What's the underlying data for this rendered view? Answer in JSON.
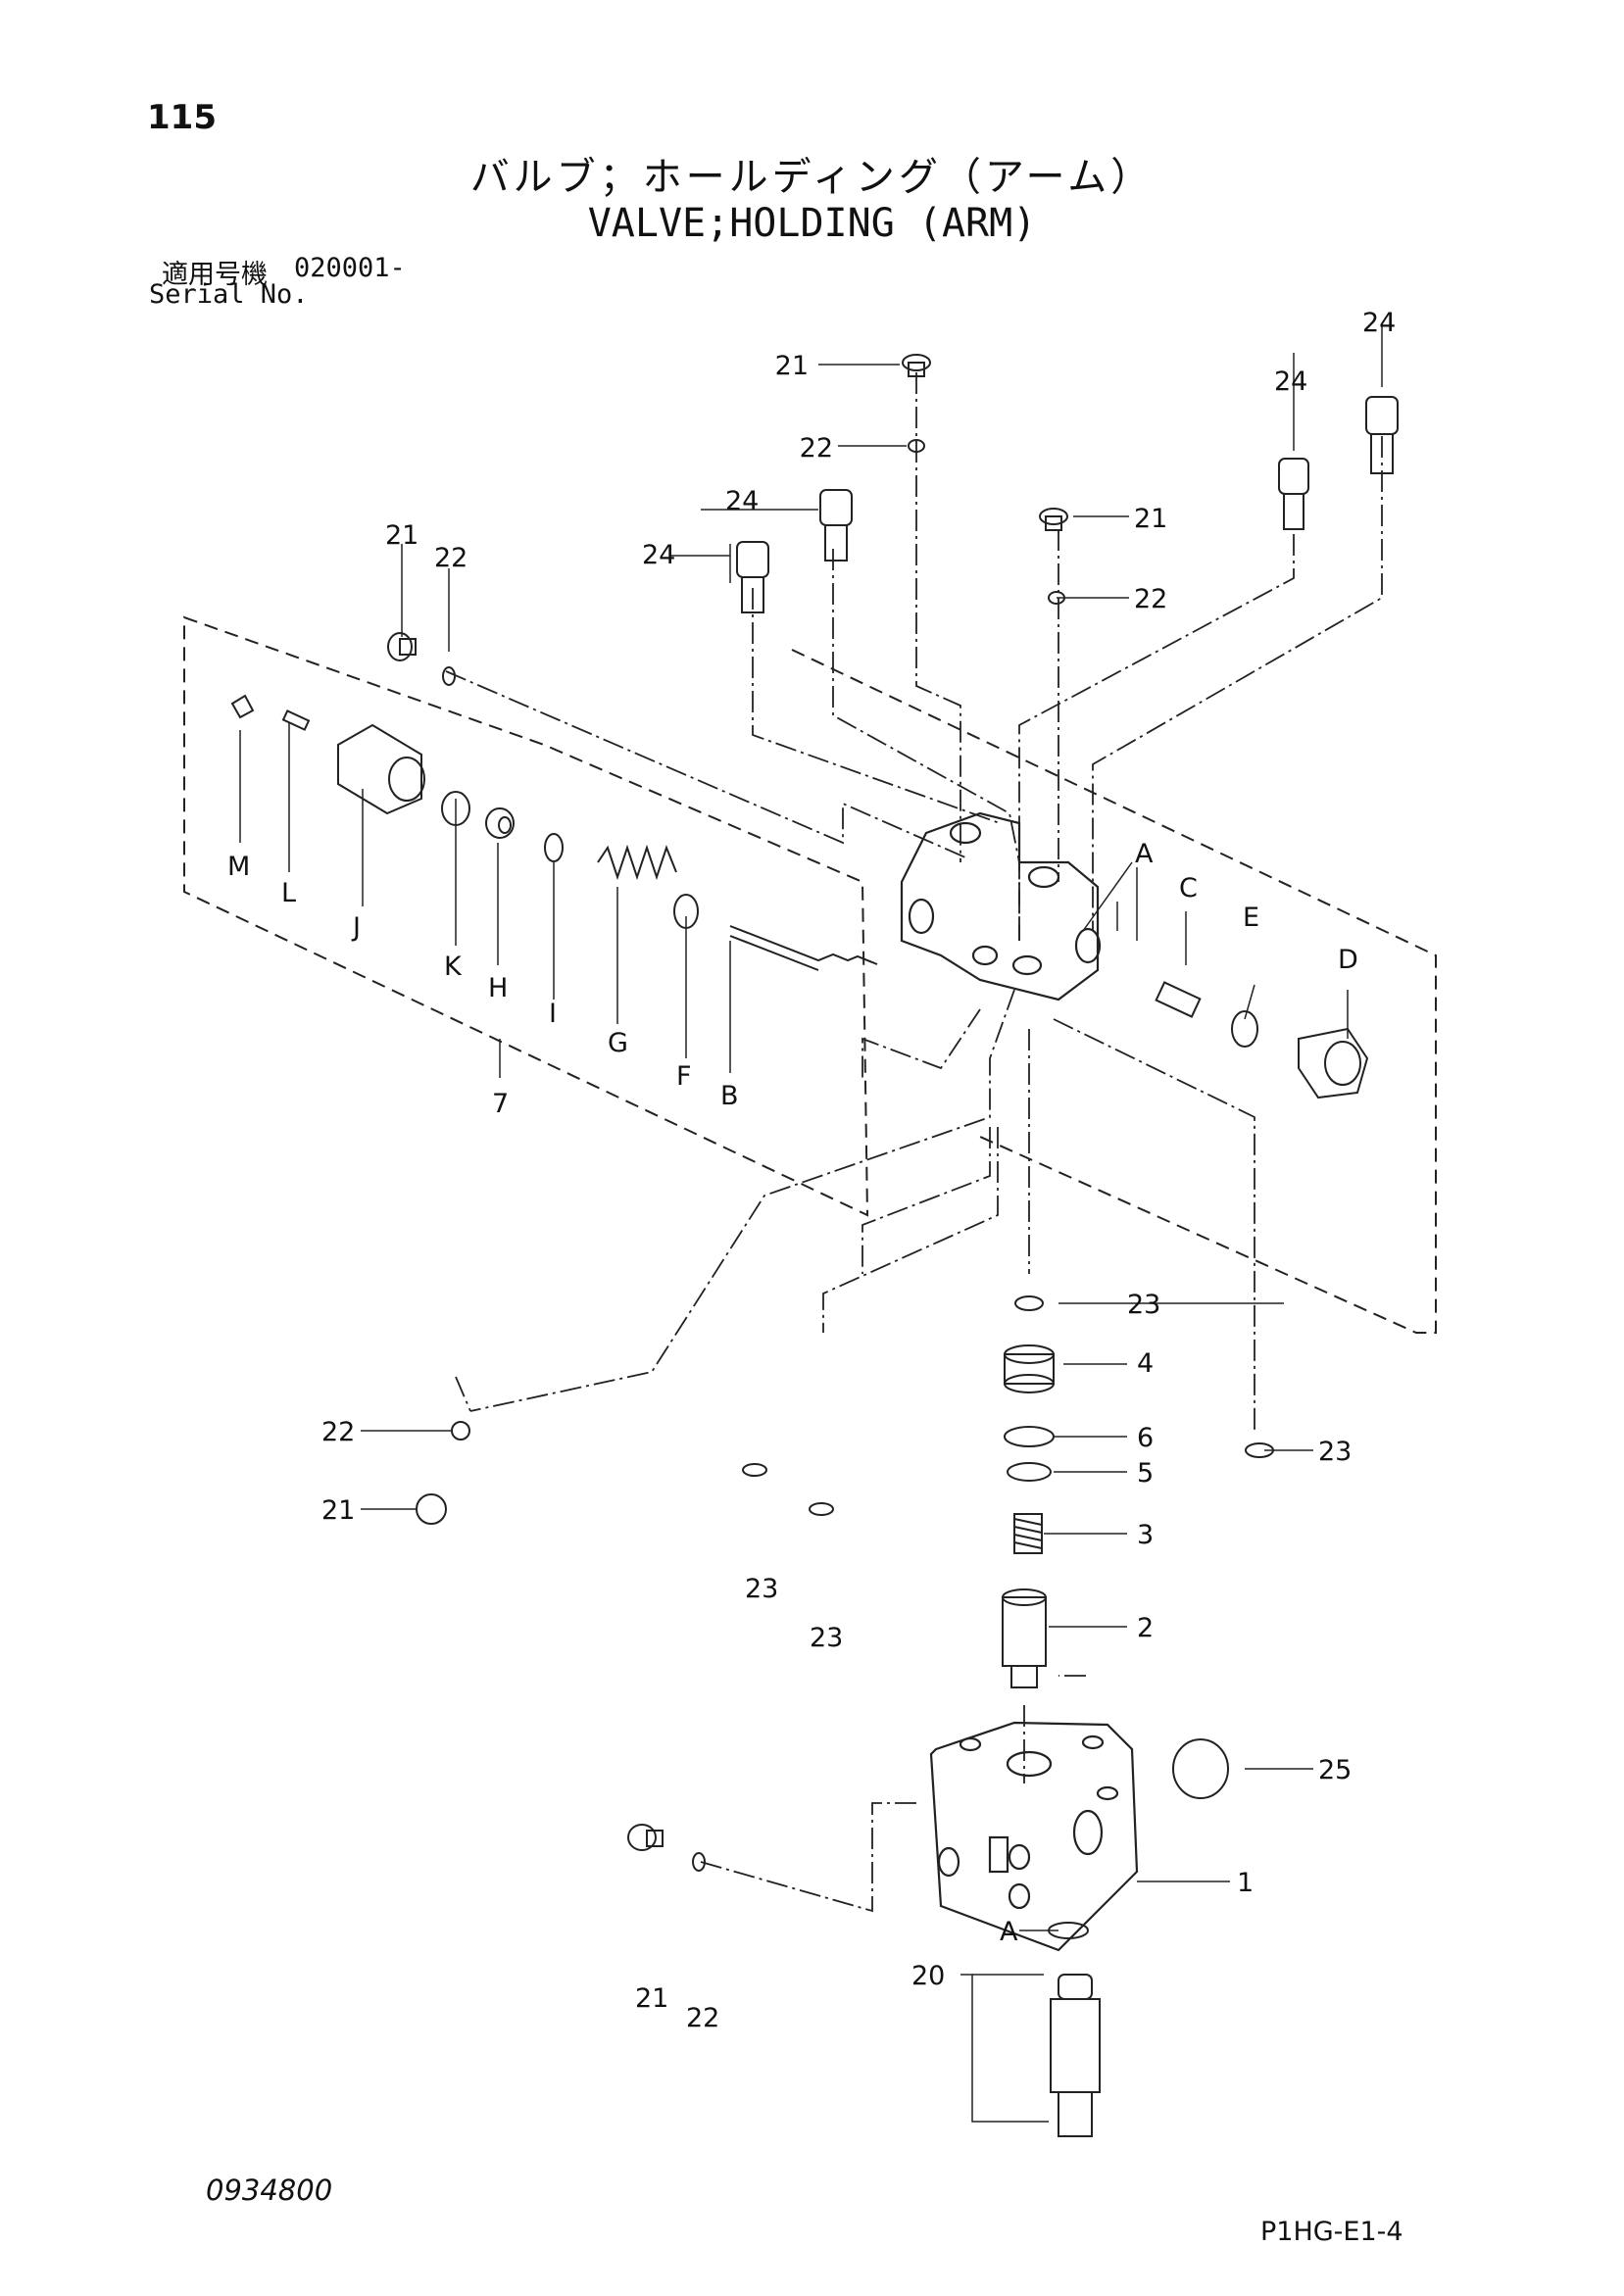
{
  "header": {
    "page_number": "115",
    "title_jp": "バルブ；ホールディング（アーム）",
    "title_en": "VALVE;HOLDING (ARM)",
    "serial_label_jp": "適用号機",
    "serial_value": "020001-",
    "serial_label_en": "Serial No."
  },
  "labels": {
    "l1": "1",
    "l2": "2",
    "l3": "3",
    "l4": "4",
    "l5": "5",
    "l6": "6",
    "l7": "7",
    "l20": "20",
    "l21": "21",
    "l22": "22",
    "l23": "23",
    "l24": "24",
    "l25": "25",
    "A": "A",
    "B": "B",
    "C": "C",
    "D": "D",
    "E": "E",
    "F": "F",
    "G": "G",
    "H": "H",
    "I": "I",
    "J": "J",
    "K": "K",
    "L": "L",
    "M": "M"
  },
  "footer": {
    "doc_number": "0934800",
    "page_code": "P1HG-E1-4"
  }
}
